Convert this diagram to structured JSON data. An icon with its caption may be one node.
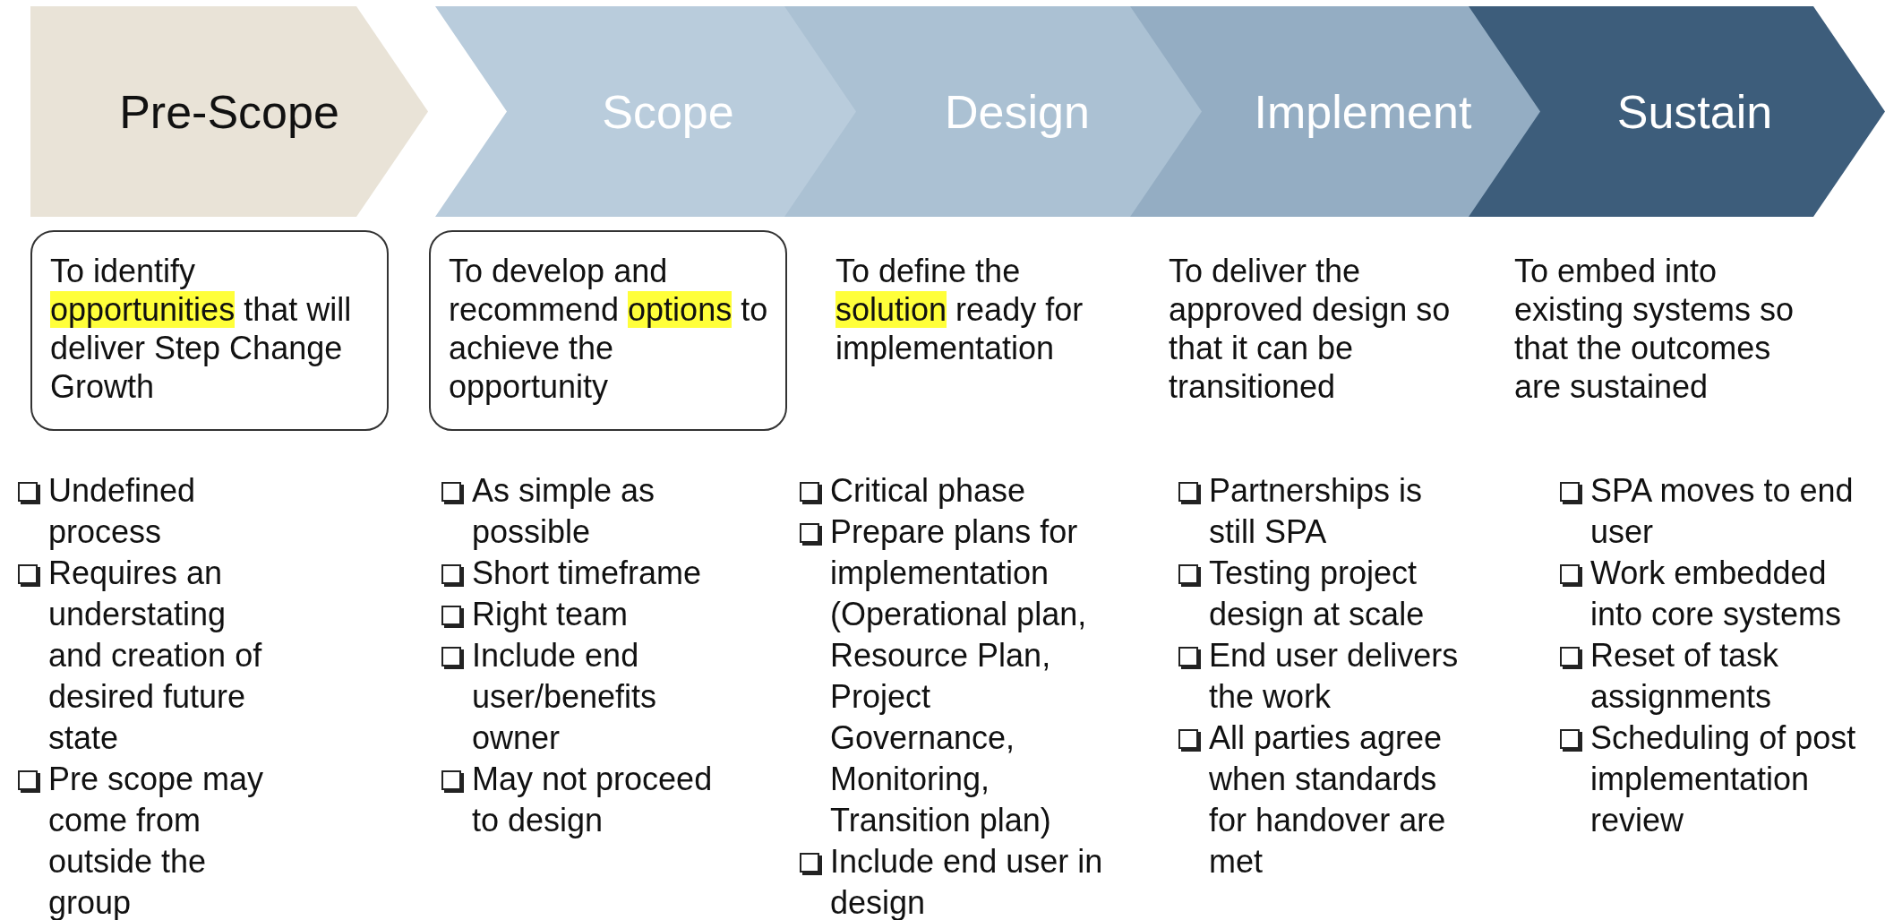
{
  "diagram": {
    "nodes": [
      {
        "text": [
          "Pre-Scope"
        ]
      },
      {
        "text": [
          "Scope"
        ]
      },
      {
        "text": [
          "Design"
        ]
      },
      {
        "text": [
          "Implement"
        ]
      },
      {
        "text": [
          "Sustain"
        ]
      },
      {
        "text": [
          "To identify **opportunities** that will deliver Step Change Growth"
        ]
      },
      {
        "text": [
          "To develop and recommend **options** to achieve the opportunity"
        ]
      }
    ],
    "edges": [],
    "labels": [
      "To define the **solution** ready for implementation",
      "To deliver the approved design so that it can be transitioned",
      "To embed into existing systems so that the outcomes are sustained",
      "Undefined process",
      "Requires an understating and creation of desired future state",
      "Pre scope may come from outside the group",
      "As simple as possible",
      "Short timeframe",
      "Right team",
      "Include end user/benefits owner",
      "May not proceed to design",
      "Critical phase",
      "Prepare plans for implementation (Operational plan, Resource Plan, Project Governance, Monitoring, Transition plan)",
      "Include end user in design",
      "Partnerships is still SPA",
      "Testing project design at scale",
      "End user delivers the work",
      "All parties agree when standards for handover are met",
      "SPA moves to end user",
      "Work embedded into core systems",
      "Reset of task assignments",
      "Scheduling of post implementation review"
    ]
  }
}
